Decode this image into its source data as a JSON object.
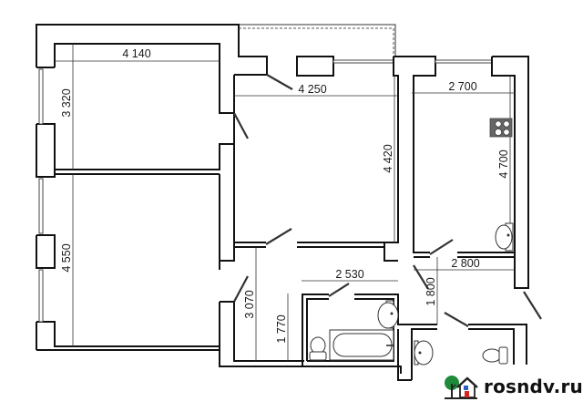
{
  "floor_plan": {
    "type": "apartment floor plan",
    "rooms": [
      {
        "name": "bedroom-top-left",
        "width_label": "4 140",
        "depth_label": "3 320"
      },
      {
        "name": "bedroom-bottom-left",
        "depth_label": "4 550"
      },
      {
        "name": "living-room",
        "width_label": "4 250",
        "depth_label": "4 420"
      },
      {
        "name": "kitchen",
        "width_label": "2 700",
        "depth_label": "4 700"
      },
      {
        "name": "hallway",
        "depth_label": "3 070"
      },
      {
        "name": "bathroom",
        "width_label": "2 530",
        "depth_label": "1 770"
      },
      {
        "name": "corridor",
        "width_label": "2 800",
        "depth_label": "1 800"
      }
    ],
    "dimensions": {
      "d4140": "4 140",
      "d3320": "3 320",
      "d4550": "4 550",
      "d4250": "4 250",
      "d4420": "4 420",
      "d2700": "2 700",
      "d4700": "4 700",
      "d3070": "3 070",
      "d1770": "1 770",
      "d2530": "2 530",
      "d2800": "2 800",
      "d1800": "1 800"
    },
    "fixtures": [
      "stove-icon",
      "kitchen-sink-icon",
      "bathroom-sink-icon",
      "bathtub-icon",
      "toilet-icon",
      "washbasin-icon",
      "toilet-icon"
    ]
  },
  "watermark": {
    "text": "rosndv.ru",
    "colors": {
      "tree": "#1e8a3a",
      "roof": "#222222",
      "window": "#2a5fc2",
      "door": "#d8261c"
    }
  }
}
